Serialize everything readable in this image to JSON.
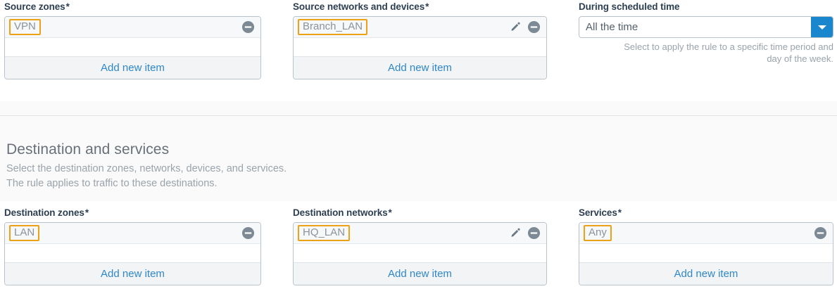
{
  "colors": {
    "accent_blue": "#1a86ce",
    "link_blue": "#2f87c9",
    "chip_outline_orange": "#eda117",
    "label_navy": "#2c3e50",
    "muted_gray": "#9aa3ab",
    "panel_border": "#b9c3cc",
    "band_bg": "#fafafa"
  },
  "source_section": {
    "source_zones": {
      "label": "Source zones",
      "required_mark": "*",
      "items": [
        {
          "name": "VPN",
          "has_edit": false,
          "remove_icon": "minus-circle-icon"
        }
      ],
      "add_label": "Add new item"
    },
    "source_networks": {
      "label": "Source networks and devices",
      "required_mark": "*",
      "items": [
        {
          "name": "Branch_LAN",
          "has_edit": true,
          "edit_icon": "pencil-icon",
          "remove_icon": "minus-circle-icon"
        }
      ],
      "add_label": "Add new item"
    },
    "schedule": {
      "label": "During scheduled time",
      "required_mark": "",
      "selected_value": "All the time",
      "options": [
        "All the time"
      ],
      "caret_icon": "chevron-down-icon",
      "hint_line_1": "Select to apply the rule to a specific time period and",
      "hint_line_2": "day of the week."
    }
  },
  "destination_section": {
    "title": "Destination and services",
    "subtitle_line_1": "Select the destination zones, networks, devices, and services.",
    "subtitle_line_2": "The rule applies to traffic to these destinations.",
    "destination_zones": {
      "label": "Destination zones",
      "required_mark": "*",
      "items": [
        {
          "name": "LAN",
          "has_edit": false,
          "remove_icon": "minus-circle-icon"
        }
      ],
      "add_label": "Add new item"
    },
    "destination_networks": {
      "label": "Destination networks",
      "required_mark": "*",
      "items": [
        {
          "name": "HQ_LAN",
          "has_edit": true,
          "edit_icon": "pencil-icon",
          "remove_icon": "minus-circle-icon"
        }
      ],
      "add_label": "Add new item"
    },
    "services": {
      "label": "Services",
      "required_mark": "*",
      "items": [
        {
          "name": "Any",
          "has_edit": false,
          "remove_icon": "minus-circle-icon"
        }
      ],
      "add_label": "Add new item"
    }
  }
}
